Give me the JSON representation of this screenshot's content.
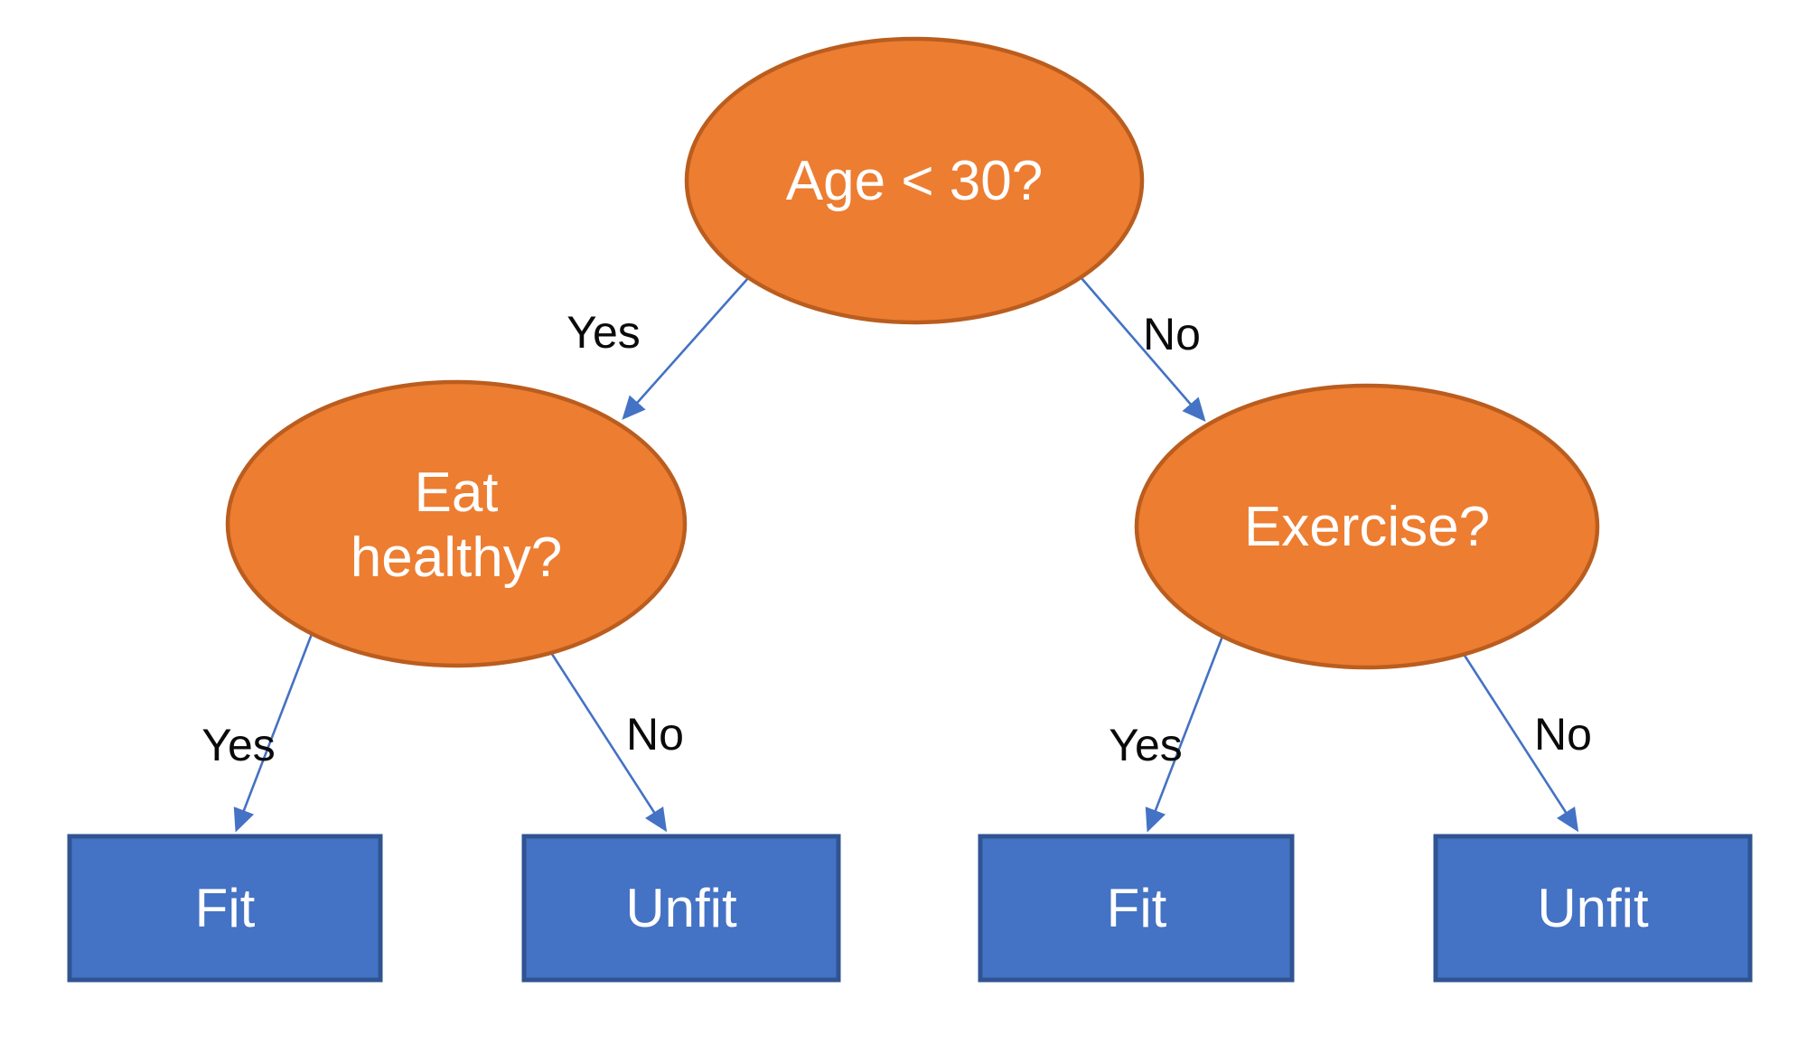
{
  "diagram": {
    "type": "decision-tree",
    "background": "#FFFFFF",
    "colors": {
      "decision_node_fill": "#ED7D31",
      "decision_node_border": "#BA5D1E",
      "leaf_node_fill": "#4472C4",
      "leaf_node_border": "#2F5491",
      "connector": "#4472C4",
      "node_text": "#FFFFFF",
      "edge_label_text": "#0A0A0A"
    },
    "nodes": {
      "root": {
        "label": "Age < 30?"
      },
      "eat_healthy": {
        "line1": "Eat",
        "line2": "healthy?"
      },
      "exercise": {
        "label": "Exercise?"
      }
    },
    "leaves": {
      "fit_left": {
        "label": "Fit"
      },
      "unfit_left": {
        "label": "Unfit"
      },
      "fit_right": {
        "label": "Fit"
      },
      "unfit_right": {
        "label": "Unfit"
      }
    },
    "edge_labels": {
      "root_yes": "Yes",
      "root_no": "No",
      "eat_healthy_yes": "Yes",
      "eat_healthy_no": "No",
      "exercise_yes": "Yes",
      "exercise_no": "No"
    }
  }
}
